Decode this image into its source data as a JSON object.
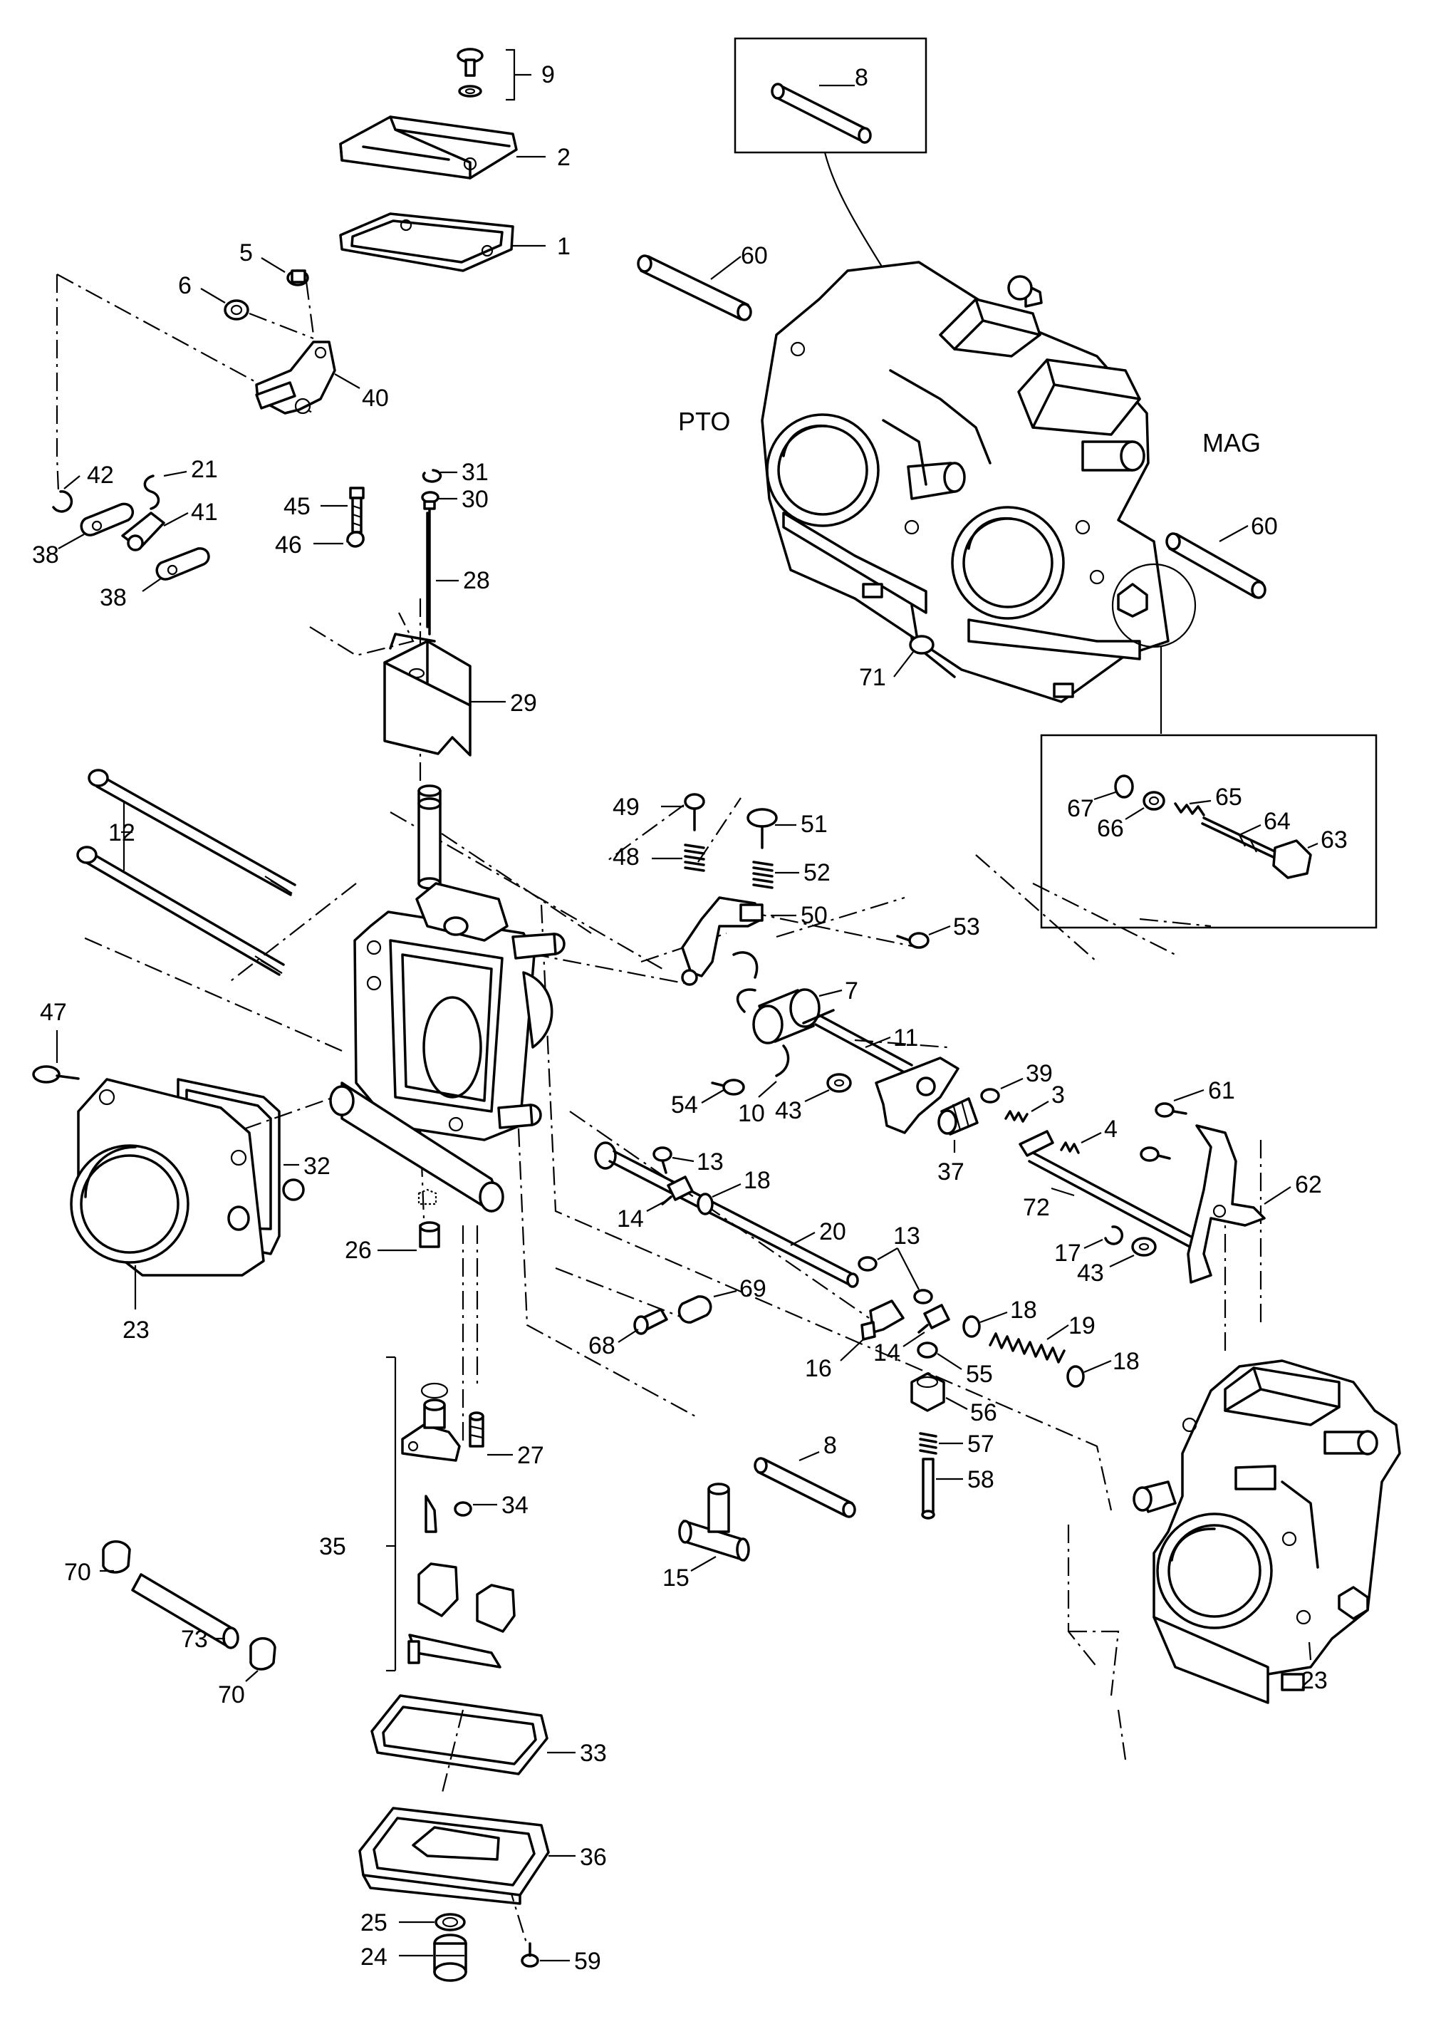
{
  "callouts": [
    {
      "id": "c9a",
      "text": "9"
    },
    {
      "id": "c2",
      "text": "2"
    },
    {
      "id": "c1",
      "text": "1"
    },
    {
      "id": "c5",
      "text": "5"
    },
    {
      "id": "c6",
      "text": "6"
    },
    {
      "id": "c40",
      "text": "40"
    },
    {
      "id": "c42",
      "text": "42"
    },
    {
      "id": "c21",
      "text": "21"
    },
    {
      "id": "c41",
      "text": "41"
    },
    {
      "id": "c38a",
      "text": "38"
    },
    {
      "id": "c38b",
      "text": "38"
    },
    {
      "id": "c31",
      "text": "31"
    },
    {
      "id": "c30",
      "text": "30"
    },
    {
      "id": "c45",
      "text": "45"
    },
    {
      "id": "c46",
      "text": "46"
    },
    {
      "id": "c28",
      "text": "28"
    },
    {
      "id": "c29",
      "text": "29"
    },
    {
      "id": "c12",
      "text": "12"
    },
    {
      "id": "c47",
      "text": "47"
    },
    {
      "id": "c32",
      "text": "32"
    },
    {
      "id": "c23a",
      "text": "23"
    },
    {
      "id": "c26",
      "text": "26"
    },
    {
      "id": "c27",
      "text": "27"
    },
    {
      "id": "c34",
      "text": "34"
    },
    {
      "id": "c35",
      "text": "35"
    },
    {
      "id": "c70a",
      "text": "70"
    },
    {
      "id": "c73",
      "text": "73"
    },
    {
      "id": "c70b",
      "text": "70"
    },
    {
      "id": "c33",
      "text": "33"
    },
    {
      "id": "c36",
      "text": "36"
    },
    {
      "id": "c25",
      "text": "25"
    },
    {
      "id": "c24",
      "text": "24"
    },
    {
      "id": "c59",
      "text": "59"
    },
    {
      "id": "c8a",
      "text": "8"
    },
    {
      "id": "c60a",
      "text": "60"
    },
    {
      "id": "c60b",
      "text": "60"
    },
    {
      "id": "c71",
      "text": "71"
    },
    {
      "id": "c67",
      "text": "67"
    },
    {
      "id": "c66",
      "text": "66"
    },
    {
      "id": "c65",
      "text": "65"
    },
    {
      "id": "c64",
      "text": "64"
    },
    {
      "id": "c63",
      "text": "63"
    },
    {
      "id": "c49",
      "text": "49"
    },
    {
      "id": "c48",
      "text": "48"
    },
    {
      "id": "c51",
      "text": "51"
    },
    {
      "id": "c52",
      "text": "52"
    },
    {
      "id": "c50",
      "text": "50"
    },
    {
      "id": "c53",
      "text": "53"
    },
    {
      "id": "c7",
      "text": "7"
    },
    {
      "id": "c54",
      "text": "54"
    },
    {
      "id": "c10",
      "text": "10"
    },
    {
      "id": "c11",
      "text": "11"
    },
    {
      "id": "c43a",
      "text": "43"
    },
    {
      "id": "c39",
      "text": "39"
    },
    {
      "id": "c3",
      "text": "3"
    },
    {
      "id": "c61",
      "text": "61"
    },
    {
      "id": "c4",
      "text": "4"
    },
    {
      "id": "c37",
      "text": "37"
    },
    {
      "id": "c62",
      "text": "62"
    },
    {
      "id": "c72",
      "text": "72"
    },
    {
      "id": "c17",
      "text": "17"
    },
    {
      "id": "c43b",
      "text": "43"
    },
    {
      "id": "c13a",
      "text": "13"
    },
    {
      "id": "c18a",
      "text": "18"
    },
    {
      "id": "c14a",
      "text": "14"
    },
    {
      "id": "c20",
      "text": "20"
    },
    {
      "id": "c13b",
      "text": "13"
    },
    {
      "id": "c69",
      "text": "69"
    },
    {
      "id": "c68",
      "text": "68"
    },
    {
      "id": "c16",
      "text": "16"
    },
    {
      "id": "c14b",
      "text": "14"
    },
    {
      "id": "c18b",
      "text": "18"
    },
    {
      "id": "c19",
      "text": "19"
    },
    {
      "id": "c18c",
      "text": "18"
    },
    {
      "id": "c55",
      "text": "55"
    },
    {
      "id": "c56",
      "text": "56"
    },
    {
      "id": "c57",
      "text": "57"
    },
    {
      "id": "c58",
      "text": "58"
    },
    {
      "id": "c8b",
      "text": "8"
    },
    {
      "id": "c15",
      "text": "15"
    },
    {
      "id": "c23b",
      "text": "23"
    }
  ],
  "side_labels": {
    "pto": "PTO",
    "mag": "MAG"
  },
  "colors": {
    "ink": "#000000",
    "paper": "#ffffff"
  }
}
